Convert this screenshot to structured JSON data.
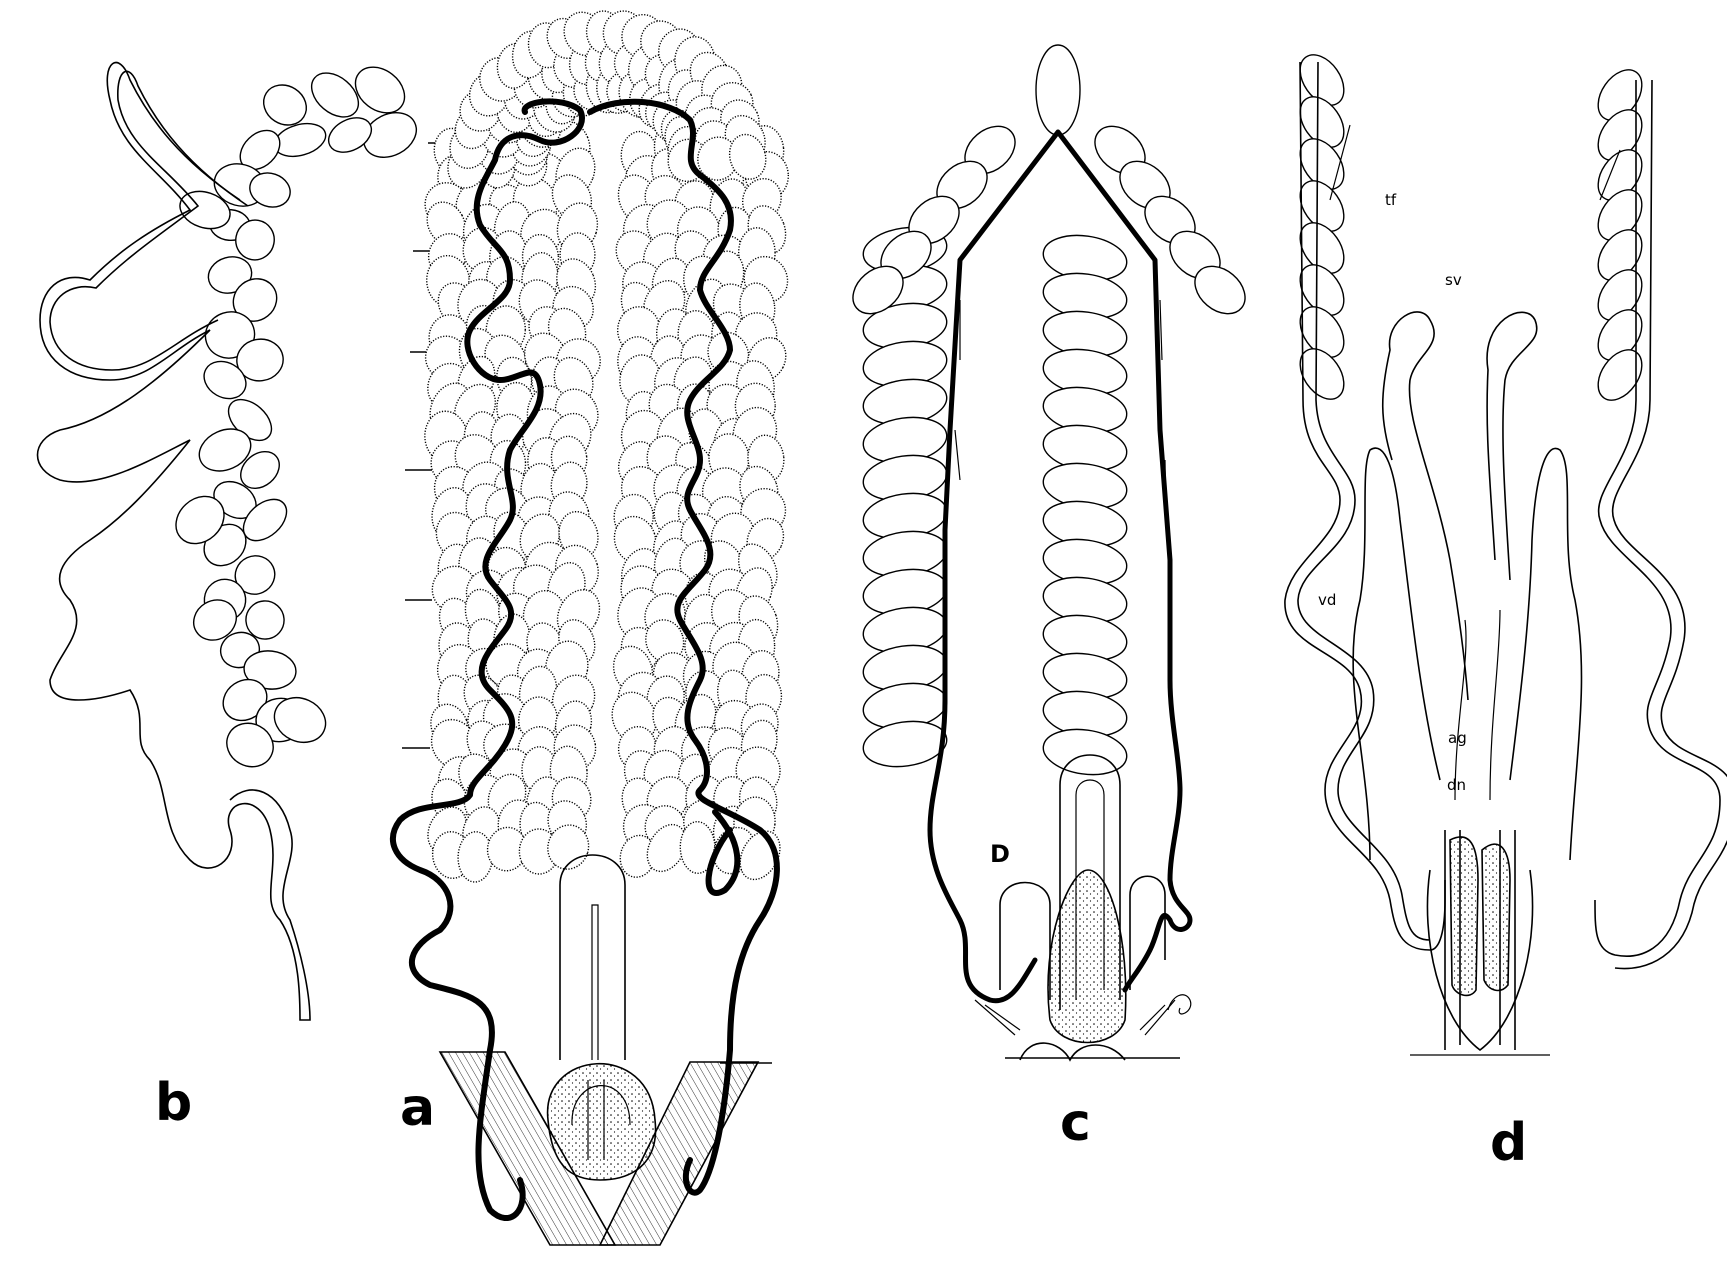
{
  "panels": {
    "a": {
      "label": "a"
    },
    "b": {
      "label": "b"
    },
    "c": {
      "label": "c",
      "annotations": {
        "D": "D"
      }
    },
    "d": {
      "label": "d",
      "annotations": {
        "tf": "tf",
        "sv": "sv",
        "vd": "vd",
        "ag": "ag",
        "dn": "dn"
      }
    }
  },
  "colors": {
    "ink": "#000000",
    "paper": "#ffffff"
  }
}
